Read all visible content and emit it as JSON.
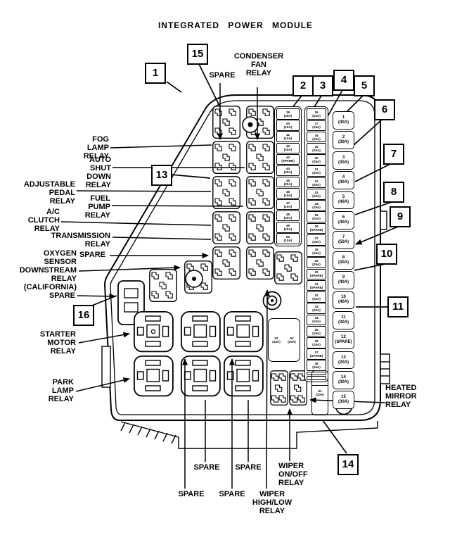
{
  "title": "INTEGRATED  POWER  MODULE",
  "callouts": {
    "n1": "1",
    "n2": "2",
    "n3": "3",
    "n4": "4",
    "n5": "5",
    "n6": "6",
    "n7": "7",
    "n8": "8",
    "n9": "9",
    "n10": "10",
    "n11": "11",
    "n13": "13",
    "n14": "14",
    "n15": "15",
    "n16": "16"
  },
  "labels": {
    "left": {
      "fog": "FOG\nLAMP\nRELAY",
      "auto_shutdown": "AUTO\nSHUT\nDOWN\nRELAY",
      "adjustable_pedal": "ADJUSTABLE\nPEDAL\nRELAY",
      "fuel_pump": "FUEL\nPUMP\nRELAY",
      "ac_clutch": "A/C\nCLUTCH\nRELAY",
      "transmission": "TRANSMISSION\nRELAY",
      "spare1": "SPARE",
      "oxygen": "OXYGEN\nSENSOR\nDOWNSTREAM\nRELAY\n(CALIFORNIA)",
      "spare2": "SPARE",
      "starter": "STARTER\nMOTOR\nRELAY",
      "park_lamp": "PARK\nLAMP\nRELAY"
    },
    "top": {
      "spare": "SPARE",
      "condenser": "CONDENSER\nFAN\nRELAY"
    },
    "bottom": {
      "spare1": "SPARE",
      "spare2": "SPARE",
      "wiper_onoff": "WIPER\nON/OFF\nRELAY",
      "spare3": "SPARE",
      "spare4": "SPARE",
      "wiper_hilo": "WIPER\nHIGH/LOW\nRELAY"
    },
    "right": {
      "heated_mirror": "HEATED\nMIRROR\nRELAY"
    }
  },
  "fuses": {
    "col_a": [
      {
        "n": "39",
        "a": "(25A)"
      },
      {
        "n": "40",
        "a": "(15A)"
      },
      {
        "n": "41",
        "a": "(15A)"
      },
      {
        "n": "42",
        "a": "(20A)"
      },
      {
        "n": "43",
        "a": "(SPARE)"
      },
      {
        "n": "44",
        "a": "(20A)"
      },
      {
        "n": "45",
        "a": "(20A)"
      },
      {
        "n": "46",
        "a": "(15A)"
      },
      {
        "n": "47",
        "a": "(15A)"
      },
      {
        "n": "48",
        "a": "(20A)"
      },
      {
        "n": "49",
        "a": "(20A)"
      },
      {
        "n": "50",
        "a": "(10A)"
      }
    ],
    "col_b": [
      {
        "n": "16",
        "a": "(10A)"
      },
      {
        "n": "17",
        "a": "(15A)"
      },
      {
        "n": "18",
        "a": "(15A)"
      },
      {
        "n": "19",
        "a": "(10A)"
      },
      {
        "n": "20",
        "a": "(25A)"
      },
      {
        "n": "21",
        "a": "(20A)"
      },
      {
        "n": "22",
        "a": "(20A)"
      },
      {
        "n": "23",
        "a": "(15A)"
      },
      {
        "n": "24",
        "a": "(15A)"
      },
      {
        "n": "25",
        "a": "(20A)"
      },
      {
        "n": "26",
        "a": "(SPARE)"
      },
      {
        "n": "27",
        "a": "(15A)"
      },
      {
        "n": "28",
        "a": "(10A)"
      },
      {
        "n": "29",
        "a": "(25A)"
      },
      {
        "n": "30",
        "a": "(SPARE)"
      },
      {
        "n": "31",
        "a": "(SPARE)"
      },
      {
        "n": "32",
        "a": "(10A)"
      },
      {
        "n": "33",
        "a": "(20A)"
      },
      {
        "n": "34",
        "a": "(10A)"
      },
      {
        "n": "35",
        "a": "(10A)"
      },
      {
        "n": "36",
        "a": "(10A)"
      },
      {
        "n": "37",
        "a": "(SPARE)"
      },
      {
        "n": "38",
        "a": "(15A)"
      },
      {
        "n": "",
        "a": ""
      },
      {
        "n": "",
        "a": ""
      }
    ],
    "col_c": [
      {
        "n": "1",
        "a": "(40A)"
      },
      {
        "n": "2",
        "a": "(30A)"
      },
      {
        "n": "3",
        "a": "(30A)"
      },
      {
        "n": "4",
        "a": "(40A)"
      },
      {
        "n": "5",
        "a": "(40A)"
      },
      {
        "n": "6",
        "a": "(40A)"
      },
      {
        "n": "7",
        "a": "(50A)"
      },
      {
        "n": "8",
        "a": "(30A)"
      },
      {
        "n": "9",
        "a": "(40A)"
      },
      {
        "n": "10",
        "a": "(40A)"
      },
      {
        "n": "11",
        "a": "(30A)"
      },
      {
        "n": "12",
        "a": "(SPARE)"
      },
      {
        "n": "13",
        "a": "(20A)"
      },
      {
        "n": "14",
        "a": "(30A)"
      },
      {
        "n": "15",
        "a": "(30A)"
      }
    ],
    "f51": {
      "n": "51",
      "a": "(20A)"
    },
    "f52": {
      "n": "52",
      "a": "(20A)"
    },
    "f53": {
      "n": "53",
      "a": "(15A)"
    }
  }
}
